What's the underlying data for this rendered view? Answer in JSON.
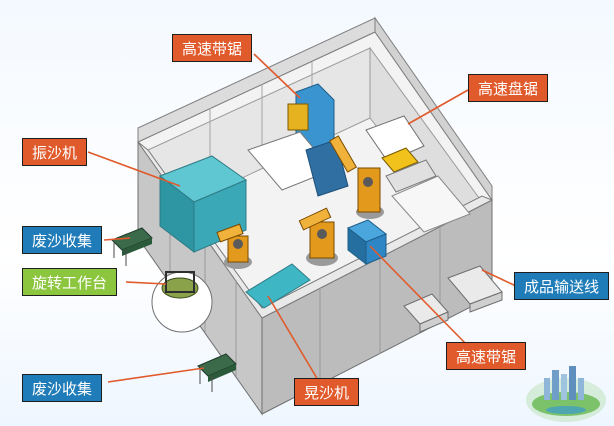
{
  "labels": {
    "high_speed_band_saw_top": "高速带锯",
    "high_speed_disc_saw": "高速盘锯",
    "sand_shaker": "振沙机",
    "waste_sand_collection_upper": "废沙收集",
    "rotary_worktable": "旋转工作台",
    "waste_sand_collection_lower": "废沙收集",
    "finished_product_conveyor": "成品输送线",
    "high_speed_band_saw_bottom": "高速带锯",
    "sand_vibrator": "晃沙机"
  },
  "colors": {
    "label_orange": "#e05a2b",
    "label_blue": "#1f7cb8",
    "label_green": "#8cc63f",
    "machine_teal": "#3fb6c4",
    "wall_gray": "#c9c9c9",
    "floor": "#f2f2f2",
    "robot_orange": "#e39a1c"
  }
}
